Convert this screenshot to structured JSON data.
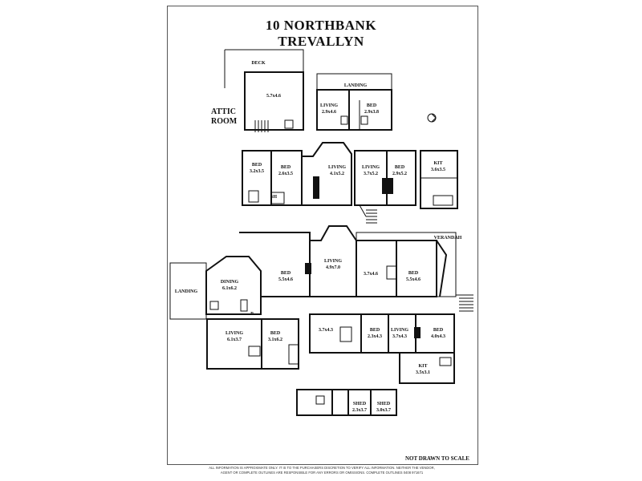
{
  "header": {
    "line1": "10 NORTHBANK",
    "line2": "TREVALLYN"
  },
  "attic": {
    "label": "ATTIC",
    "label2": "ROOM",
    "deck": "DECK",
    "room_size": "5.7x4.6"
  },
  "upper_small": {
    "landing": "LANDING",
    "living_name": "LIVING",
    "living_size": "2.9x4.6",
    "bed_name": "BED",
    "bed_size": "2.9x3.8"
  },
  "first_floor": {
    "bed1_name": "BED",
    "bed1_size": "3.2x3.5",
    "bed2_name": "BED",
    "bed2_size": "2.6x3.5",
    "sh": "SH",
    "living1_name": "LIVING",
    "living1_size": "4.1x5.2",
    "living2_name": "LIVING",
    "living2_size": "3.7x5.2",
    "bed3_name": "BED",
    "bed3_size": "2.9x5.2",
    "kit_name": "KIT",
    "kit_size": "3.6x3.5"
  },
  "ground_floor": {
    "verandah": "VERANDAH",
    "landing": "LANDING",
    "dining_name": "DINING",
    "dining_size": "6.1x6.2",
    "p": "P",
    "bedA_name": "BED",
    "bedA_size": "5.5x4.6",
    "livingA_name": "LIVING",
    "livingA_size": "4.9x7.0",
    "roomB_size": "3.7x4.6",
    "bedC_name": "BED",
    "bedC_size": "5.5x4.6",
    "livingD_name": "LIVING",
    "livingD_size": "6.1x3.7",
    "bedE_name": "BED",
    "bedE_size": "3.1x6.2",
    "roomF_size": "3.7x4.3",
    "bedG_name": "BED",
    "bedG_size": "2.3x4.3",
    "livingH_name": "LIVING",
    "livingH_size": "3.7x4.3",
    "bedI_name": "BED",
    "bedI_size": "4.0x4.3",
    "kitJ_name": "KIT",
    "kitJ_size": "3.5x3.1"
  },
  "sheds": {
    "shed1_name": "SHED",
    "shed1_size": "2.3x3.7",
    "shed2_name": "SHED",
    "shed2_size": "3.0x3.7"
  },
  "footer": {
    "scale_note": "NOT DRAWN TO SCALE",
    "disclaimer1": "ALL INFORMATION IS APPROXIMATE ONLY. IT IS TO THE PURCHASERS DISCRETION TO VERIFY ALL INFORMATION. NEITHER THE VENDOR,",
    "disclaimer2": "AGENT OR COMPLETE OUTLINES ARE RESPONSIBLE FOR ANY ERRORS OR OMISSIONS. COMPLETE OUTLINES 0408 971671"
  },
  "compass_icon": "north-arrow-icon",
  "colors": {
    "wall": "#111111",
    "line": "#333333",
    "paper": "#ffffff"
  }
}
